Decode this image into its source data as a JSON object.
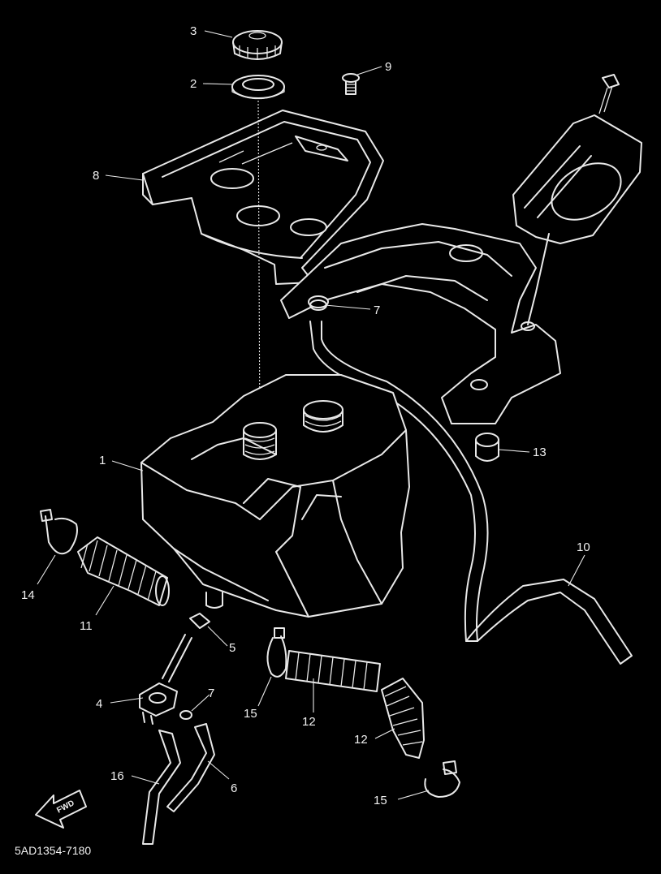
{
  "diagram": {
    "code": "5AD1354-7180",
    "fwd_label": "FWD",
    "callouts": {
      "c1": "1",
      "c2": "2",
      "c3": "3",
      "c4": "4",
      "c5": "5",
      "c6": "6",
      "c7a": "7",
      "c7b": "7",
      "c8": "8",
      "c9": "9",
      "c10": "10",
      "c11": "11",
      "c12a": "12",
      "c12b": "12",
      "c13": "13",
      "c14": "14",
      "c15a": "15",
      "c15b": "15",
      "c16": "16"
    }
  }
}
